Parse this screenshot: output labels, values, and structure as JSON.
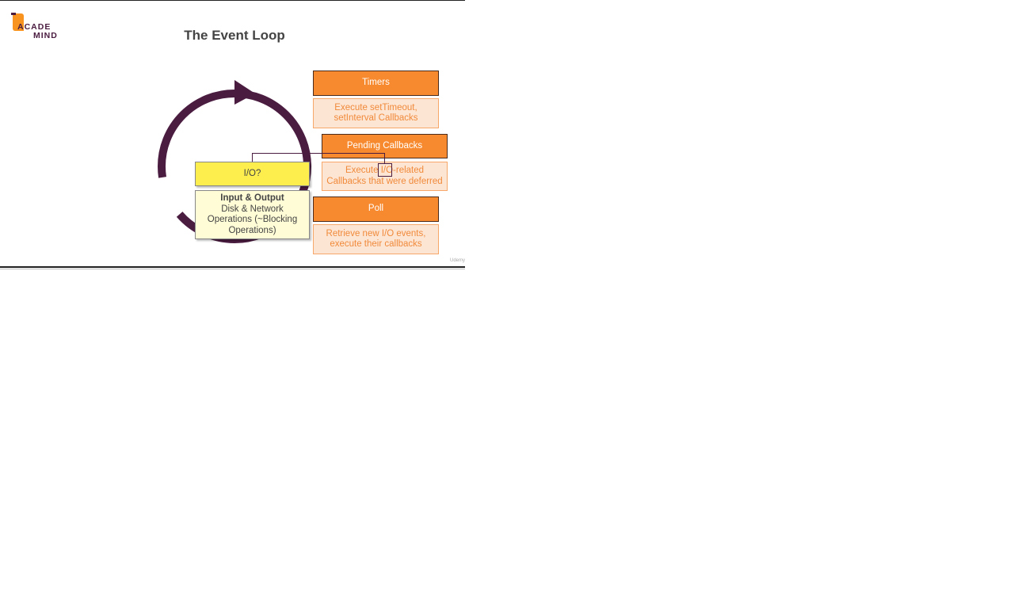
{
  "slide": {
    "title": "The Event Loop",
    "logo": {
      "line1": "ACADE",
      "line2": "MIND"
    },
    "watermark": "Udemy"
  },
  "colors": {
    "loop": "#4a1c40",
    "phase_fill": "#f78a2e",
    "desc_fill": "#fde5d4",
    "io_fill": "#fdee4e"
  },
  "phases": [
    {
      "name": "Timers",
      "description": [
        "Execute setTimeout,",
        "setInterval Callbacks"
      ]
    },
    {
      "name": "Pending Callbacks",
      "description": [
        "Execute I/O-related",
        "Callbacks that were deferred"
      ]
    },
    {
      "name": "Poll",
      "description": [
        "Retrieve new I/O events,",
        "execute their callbacks"
      ]
    }
  ],
  "io": {
    "label": "I/O?",
    "heading": "Input & Output",
    "lines": [
      "Disk & Network",
      "Operations (~Blocking",
      "Operations)"
    ]
  }
}
